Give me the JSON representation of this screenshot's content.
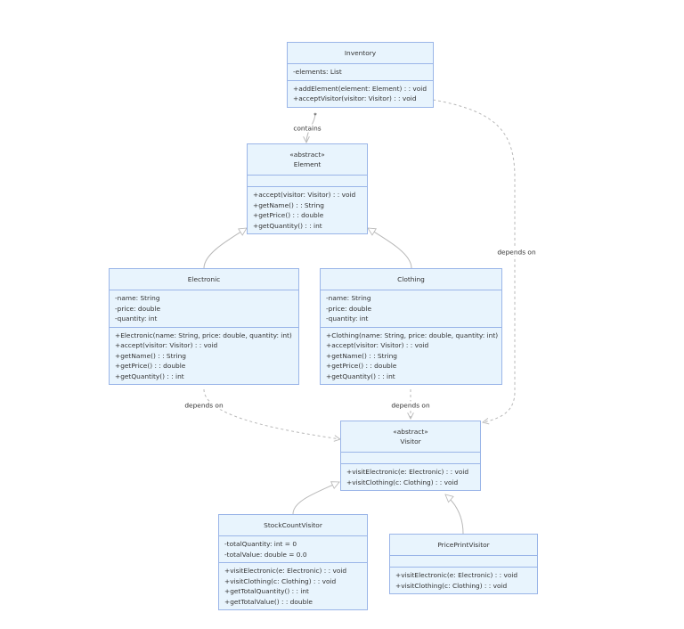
{
  "classes": {
    "inventory": {
      "name": "Inventory",
      "stereotype": "",
      "attributes": [
        "-elements: List"
      ],
      "methods": [
        "+addElement(element: Element) : : void",
        "+acceptVisitor(visitor: Visitor) : : void"
      ]
    },
    "element": {
      "name": "Element",
      "stereotype": "«abstract»",
      "attributes": [],
      "methods": [
        "+accept(visitor: Visitor) : : void",
        "+getName() : : String",
        "+getPrice() : : double",
        "+getQuantity() : : int"
      ]
    },
    "electronic": {
      "name": "Electronic",
      "stereotype": "",
      "attributes": [
        "-name: String",
        "-price: double",
        "-quantity: int"
      ],
      "methods": [
        "+Electronic(name: String, price: double, quantity: int)",
        "+accept(visitor: Visitor) : : void",
        "+getName() : : String",
        "+getPrice() : : double",
        "+getQuantity() : : int"
      ]
    },
    "clothing": {
      "name": "Clothing",
      "stereotype": "",
      "attributes": [
        "-name: String",
        "-price: double",
        "-quantity: int"
      ],
      "methods": [
        "+Clothing(name: String, price: double, quantity: int)",
        "+accept(visitor: Visitor) : : void",
        "+getName() : : String",
        "+getPrice() : : double",
        "+getQuantity() : : int"
      ]
    },
    "visitor": {
      "name": "Visitor",
      "stereotype": "«abstract»",
      "attributes": [],
      "methods": [
        "+visitElectronic(e: Electronic) : : void",
        "+visitClothing(c: Clothing) : : void"
      ]
    },
    "stockcount": {
      "name": "StockCountVisitor",
      "stereotype": "",
      "attributes": [
        "-totalQuantity: int = 0",
        "-totalValue: double = 0.0"
      ],
      "methods": [
        "+visitElectronic(e: Electronic) : : void",
        "+visitClothing(c: Clothing) : : void",
        "+getTotalQuantity() : : int",
        "+getTotalValue() : : double"
      ]
    },
    "priceprint": {
      "name": "PricePrintVisitor",
      "stereotype": "",
      "attributes": [],
      "methods": [
        "+visitElectronic(e: Electronic) : : void",
        "+visitClothing(c: Clothing) : : void"
      ]
    }
  },
  "relations": [
    {
      "from": "inventory",
      "to": "element",
      "kind": "association",
      "label": "contains",
      "multiplicity": "*"
    },
    {
      "from": "inventory",
      "to": "visitor",
      "kind": "dependency",
      "label": "depends on"
    },
    {
      "from": "electronic",
      "to": "element",
      "kind": "inheritance",
      "label": ""
    },
    {
      "from": "clothing",
      "to": "element",
      "kind": "inheritance",
      "label": ""
    },
    {
      "from": "electronic",
      "to": "visitor",
      "kind": "dependency",
      "label": "depends on"
    },
    {
      "from": "clothing",
      "to": "visitor",
      "kind": "dependency",
      "label": "depends on"
    },
    {
      "from": "stockcount",
      "to": "visitor",
      "kind": "inheritance",
      "label": ""
    },
    {
      "from": "priceprint",
      "to": "visitor",
      "kind": "inheritance",
      "label": ""
    }
  ],
  "colors": {
    "box_fill": "#e8f4fd",
    "box_border": "#9ab5e8",
    "edge": "#b8b8b8",
    "text": "#333333"
  }
}
